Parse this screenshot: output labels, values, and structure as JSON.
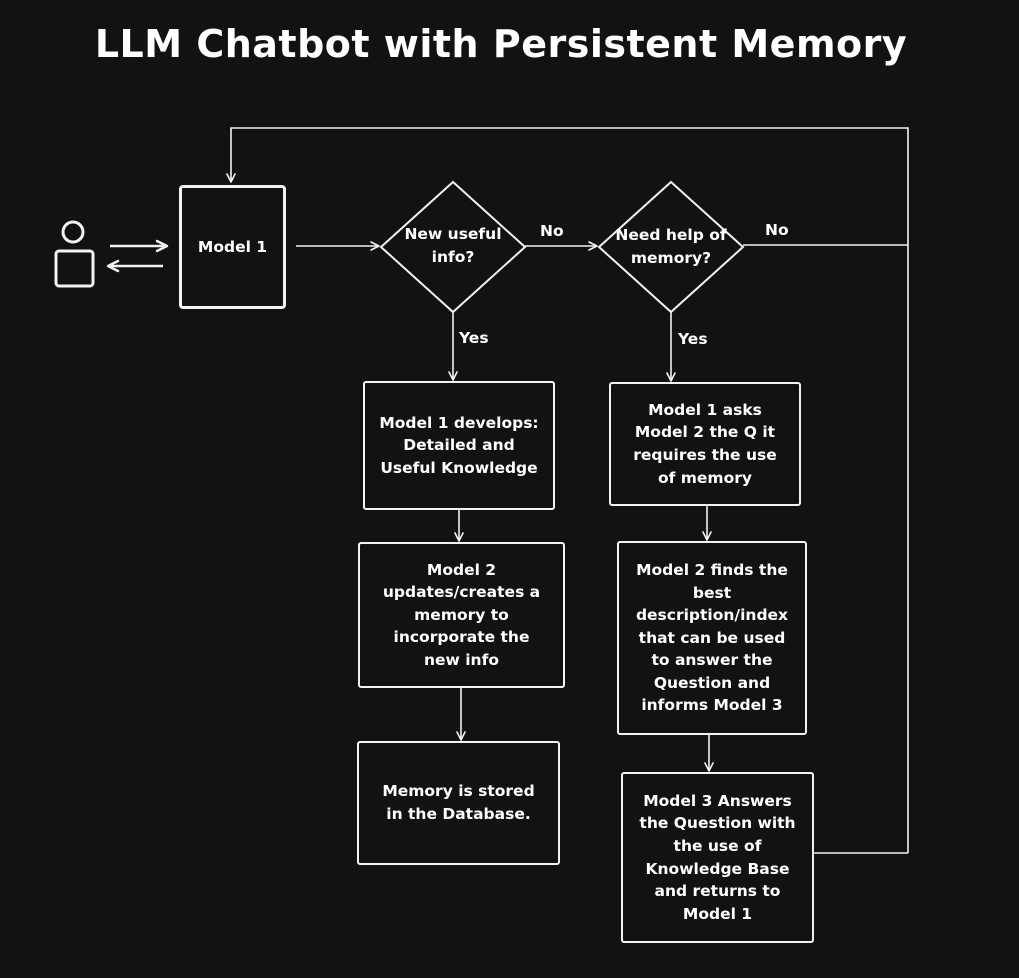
{
  "title": "LLM Chatbot with Persistent Memory",
  "nodes": {
    "model1": "Model 1",
    "decision_new_info": "New useful\ninfo?",
    "decision_need_memory": "Need help of\nmemory?",
    "develops": "Model 1 develops:\nDetailed and\nUseful Knowledge",
    "updates": "Model 2\nupdates/creates a\nmemory to\nincorporate the\nnew info",
    "stored": "Memory is stored\nin the Database.",
    "asks": "Model 1 asks\nModel 2 the Q it\nrequires the use\nof memory",
    "finds": "Model 2 finds the\nbest\ndescription/index\nthat can be used\nto answer the\nQuestion and\ninforms Model 3",
    "answers": "Model 3 Answers\nthe Question with\nthe use of\nKnowledge Base\nand returns to\nModel 1"
  },
  "edge_labels": {
    "no_1": "No",
    "no_2": "No",
    "yes_1": "Yes",
    "yes_2": "Yes"
  },
  "colors": {
    "background": "#121212",
    "stroke": "#f2f2f2",
    "text": "#ffffff"
  },
  "icons": {
    "user": "person-icon"
  }
}
